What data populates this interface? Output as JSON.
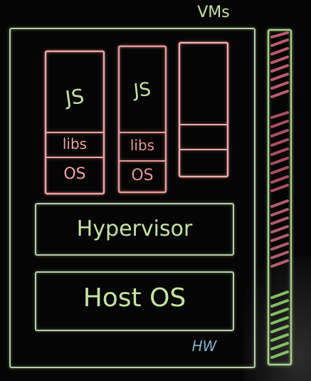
{
  "labels": {
    "vms": "VMs",
    "hw": "HW",
    "hypervisor": "Hypervisor",
    "host_os": "Host OS"
  },
  "vm1": {
    "app": "JS",
    "libs": "libs",
    "os": "OS"
  },
  "vm2": {
    "app": "JS",
    "libs": "libs",
    "os": "OS"
  },
  "colors": {
    "green": "#c5e3a0",
    "pink": "#f0a3a3",
    "frame": "#b9ccb0",
    "hw_text": "#7fb3c9",
    "bg": "#050505"
  }
}
